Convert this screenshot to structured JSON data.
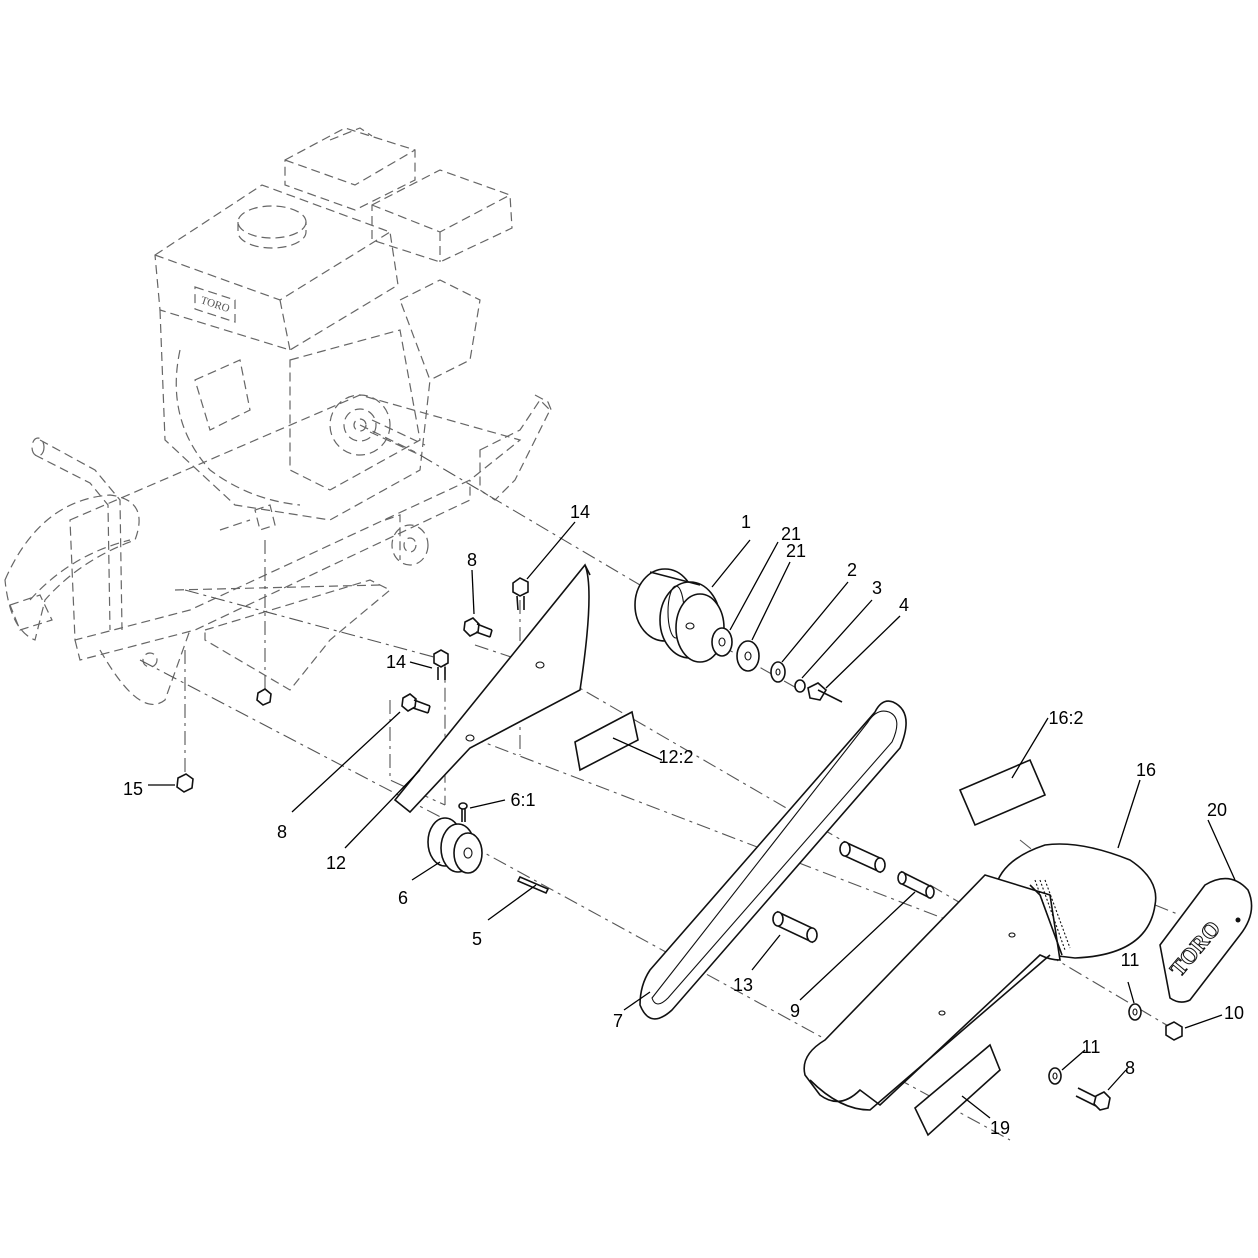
{
  "callouts": [
    {
      "id": "c1",
      "text": "1"
    },
    {
      "id": "c21a",
      "text": "21"
    },
    {
      "id": "c21b",
      "text": "21"
    },
    {
      "id": "c2",
      "text": "2"
    },
    {
      "id": "c3",
      "text": "3"
    },
    {
      "id": "c4",
      "text": "4"
    },
    {
      "id": "c14a",
      "text": "14"
    },
    {
      "id": "c8a",
      "text": "8"
    },
    {
      "id": "c14b",
      "text": "14"
    },
    {
      "id": "c8b",
      "text": "8"
    },
    {
      "id": "c15",
      "text": "15"
    },
    {
      "id": "c12",
      "text": "12"
    },
    {
      "id": "c6_1",
      "text": "6:1"
    },
    {
      "id": "c6",
      "text": "6"
    },
    {
      "id": "c5",
      "text": "5"
    },
    {
      "id": "c12_2",
      "text": "12:2"
    },
    {
      "id": "c16_2",
      "text": "16:2"
    },
    {
      "id": "c16",
      "text": "16"
    },
    {
      "id": "c20",
      "text": "20"
    },
    {
      "id": "c7",
      "text": "7"
    },
    {
      "id": "c13",
      "text": "13"
    },
    {
      "id": "c9",
      "text": "9"
    },
    {
      "id": "c11a",
      "text": "11"
    },
    {
      "id": "c10",
      "text": "10"
    },
    {
      "id": "c11b",
      "text": "11"
    },
    {
      "id": "c8c",
      "text": "8"
    },
    {
      "id": "c19",
      "text": "19"
    }
  ],
  "branding": {
    "engine_label": "TORO",
    "cover_logo": "TORO"
  }
}
